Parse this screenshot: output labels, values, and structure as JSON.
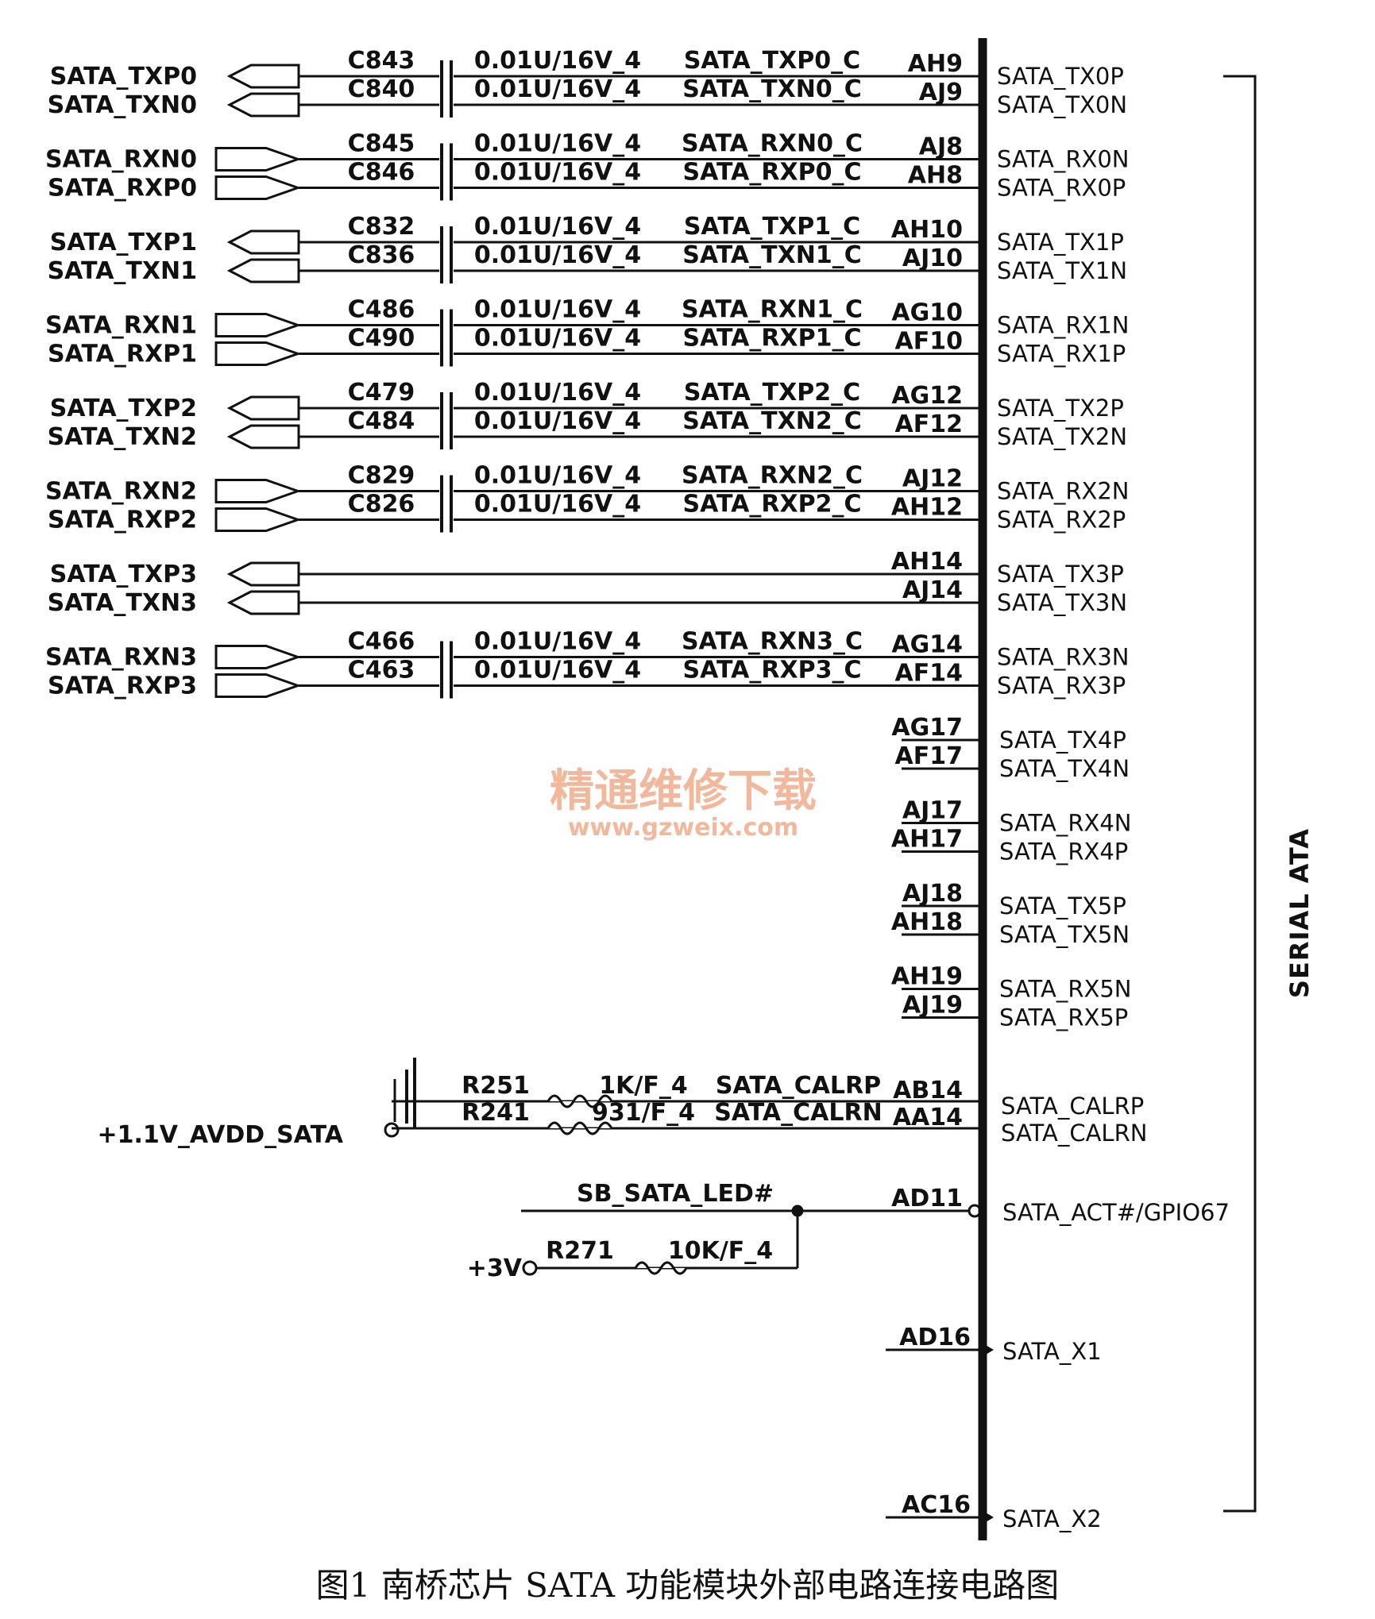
{
  "bus_title": "SERIAL ATA",
  "caption": "图1  南桥芯片 SATA 功能模块外部电路连接电路图",
  "watermark": {
    "line1": "精通维修下载",
    "line2": "www.gzweix.com"
  },
  "cap_groups": [
    {
      "dir": "out",
      "sigs": [
        "SATA_TXP0",
        "SATA_TXN0"
      ],
      "caps": [
        "C843",
        "C840"
      ],
      "values": [
        "0.01U/16V_4",
        "0.01U/16V_4"
      ],
      "nets": [
        "SATA_TXP0_C",
        "SATA_TXN0_C"
      ],
      "balls": [
        "AH9",
        "AJ9"
      ],
      "pins": [
        "SATA_TX0P",
        "SATA_TX0N"
      ]
    },
    {
      "dir": "in",
      "sigs": [
        "SATA_RXN0",
        "SATA_RXP0"
      ],
      "caps": [
        "C845",
        "C846"
      ],
      "values": [
        "0.01U/16V_4",
        "0.01U/16V_4"
      ],
      "nets": [
        "SATA_RXN0_C",
        "SATA_RXP0_C"
      ],
      "balls": [
        "AJ8",
        "AH8"
      ],
      "pins": [
        "SATA_RX0N",
        "SATA_RX0P"
      ]
    },
    {
      "dir": "out",
      "sigs": [
        "SATA_TXP1",
        "SATA_TXN1"
      ],
      "caps": [
        "C832",
        "C836"
      ],
      "values": [
        "0.01U/16V_4",
        "0.01U/16V_4"
      ],
      "nets": [
        "SATA_TXP1_C",
        "SATA_TXN1_C"
      ],
      "balls": [
        "AH10",
        "AJ10"
      ],
      "pins": [
        "SATA_TX1P",
        "SATA_TX1N"
      ]
    },
    {
      "dir": "in",
      "sigs": [
        "SATA_RXN1",
        "SATA_RXP1"
      ],
      "caps": [
        "C486",
        "C490"
      ],
      "values": [
        "0.01U/16V_4",
        "0.01U/16V_4"
      ],
      "nets": [
        "SATA_RXN1_C",
        "SATA_RXP1_C"
      ],
      "balls": [
        "AG10",
        "AF10"
      ],
      "pins": [
        "SATA_RX1N",
        "SATA_RX1P"
      ]
    },
    {
      "dir": "out",
      "sigs": [
        "SATA_TXP2",
        "SATA_TXN2"
      ],
      "caps": [
        "C479",
        "C484"
      ],
      "values": [
        "0.01U/16V_4",
        "0.01U/16V_4"
      ],
      "nets": [
        "SATA_TXP2_C",
        "SATA_TXN2_C"
      ],
      "balls": [
        "AG12",
        "AF12"
      ],
      "pins": [
        "SATA_TX2P",
        "SATA_TX2N"
      ]
    },
    {
      "dir": "in",
      "sigs": [
        "SATA_RXN2",
        "SATA_RXP2"
      ],
      "caps": [
        "C829",
        "C826"
      ],
      "values": [
        "0.01U/16V_4",
        "0.01U/16V_4"
      ],
      "nets": [
        "SATA_RXN2_C",
        "SATA_RXP2_C"
      ],
      "balls": [
        "AJ12",
        "AH12"
      ],
      "pins": [
        "SATA_RX2N",
        "SATA_RX2P"
      ]
    },
    {
      "dir": "out",
      "sigs": [
        "SATA_TXP3",
        "SATA_TXN3"
      ],
      "caps": [],
      "values": [],
      "nets": [],
      "balls": [
        "AH14",
        "AJ14"
      ],
      "pins": [
        "SATA_TX3P",
        "SATA_TX3N"
      ]
    },
    {
      "dir": "in",
      "sigs": [
        "SATA_RXN3",
        "SATA_RXP3"
      ],
      "caps": [
        "C466",
        "C463"
      ],
      "values": [
        "0.01U/16V_4",
        "0.01U/16V_4"
      ],
      "nets": [
        "SATA_RXN3_C",
        "SATA_RXP3_C"
      ],
      "balls": [
        "AG14",
        "AF14"
      ],
      "pins": [
        "SATA_RX3N",
        "SATA_RX3P"
      ]
    }
  ],
  "nc_pairs": [
    {
      "balls": [
        "AG17",
        "AF17"
      ],
      "pins": [
        "SATA_TX4P",
        "SATA_TX4N"
      ]
    },
    {
      "balls": [
        "AJ17",
        "AH17"
      ],
      "pins": [
        "SATA_RX4N",
        "SATA_RX4P"
      ]
    },
    {
      "balls": [
        "AJ18",
        "AH18"
      ],
      "pins": [
        "SATA_TX5P",
        "SATA_TX5N"
      ]
    },
    {
      "balls": [
        "AH19",
        "AJ19"
      ],
      "pins": [
        "SATA_RX5N",
        "SATA_RX5P"
      ]
    }
  ],
  "cal": {
    "rail": "+1.1V_AVDD_SATA",
    "refs": [
      "R251",
      "R241"
    ],
    "values": [
      "1K/F_4",
      "931/F_4"
    ],
    "nets": [
      "SATA_CALRP",
      "SATA_CALRN"
    ],
    "balls": [
      "AB14",
      "AA14"
    ],
    "pins": [
      "SATA_CALRP",
      "SATA_CALRN"
    ]
  },
  "led": {
    "net": "SB_SATA_LED#",
    "ball": "AD11",
    "pin": "SATA_ACT#/GPIO67",
    "rail": "+3V",
    "ref": "R271",
    "value": "10K/F_4"
  },
  "clock": [
    {
      "ball": "AD16",
      "pin": "SATA_X1"
    },
    {
      "ball": "AC16",
      "pin": "SATA_X2"
    }
  ]
}
